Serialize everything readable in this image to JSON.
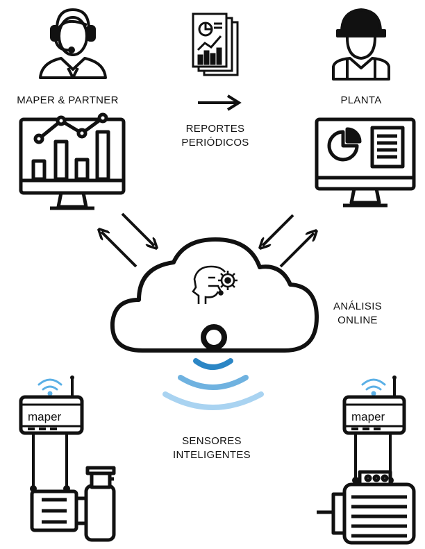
{
  "labels": {
    "left_actor": "MAPER & PARTNER",
    "right_actor": "PLANTA",
    "reports_line1": "REPORTES",
    "reports_line2": "PERIÓDICOS",
    "analysis_line1": "ANÁLISIS",
    "analysis_line2": "ONLINE",
    "sensors_line1": "SENSORES",
    "sensors_line2": "INTELIGENTES",
    "device_brand_left": "maper",
    "device_brand_right": "maper"
  },
  "colors": {
    "line": "#111111",
    "wave_dark": "#2b86c5",
    "wave_mid": "#6fb2e0",
    "wave_light": "#a9d3f1",
    "wifi": "#5bb0e6"
  },
  "icons": [
    "headset-person-icon",
    "reports-document-icon",
    "engineer-helmet-icon",
    "analytics-monitor-icon",
    "dashboard-monitor-icon",
    "cloud-ai-icon",
    "sensor-device-icon",
    "pump-icon",
    "electric-motor-icon"
  ]
}
